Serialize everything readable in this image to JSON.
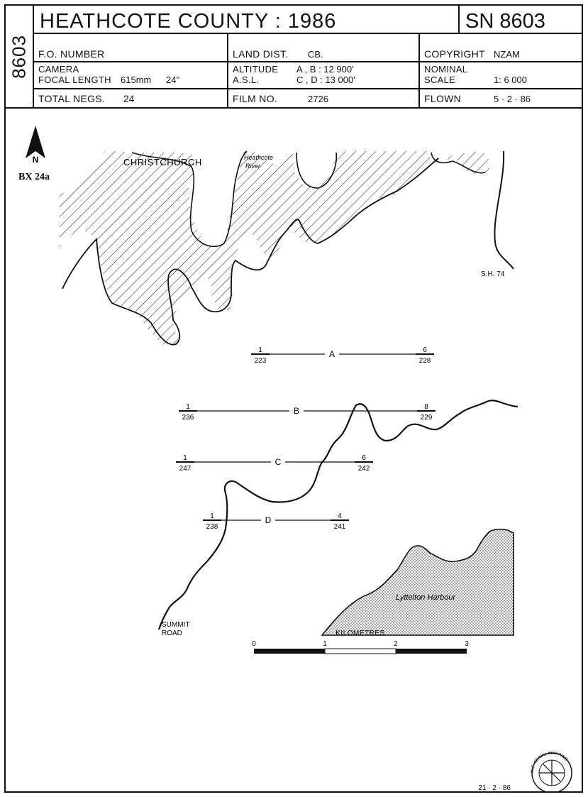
{
  "header": {
    "side_sn": "8603",
    "title": "HEATHCOTE   COUNTY : 1986",
    "sn_label": "SN",
    "sn_number": "8603",
    "fo_number_label": "F.O. NUMBER",
    "land_dist_label": "LAND DIST.",
    "land_dist_value": "CB.",
    "copyright_label": "COPYRIGHT",
    "copyright_value": "NZAM",
    "camera_label": "CAMERA",
    "focal_length_label": "FOCAL LENGTH",
    "focal_length_value": "615mm",
    "focal_length_inches": "24\"",
    "altitude_label": "ALTITUDE",
    "asl_label": "A.S.L.",
    "altitude_ab": "A , B : 12 900'",
    "altitude_cd": "C , D : 13 000'",
    "nominal_label": "NOMINAL",
    "scale_label": "SCALE",
    "scale_value": "1: 6 000",
    "total_negs_label": "TOTAL NEGS.",
    "total_negs_value": "24",
    "film_no_label": "FILM NO.",
    "film_no_value": "2726",
    "flown_label": "FLOWN",
    "flown_value": "5 · 2 · 86"
  },
  "map": {
    "north_label": "N",
    "box_ref": "BX 24a",
    "place_christchurch": "CHRISTCHURCH",
    "place_heathcote_1": "Heathcote",
    "place_heathcote_2": "River",
    "place_sh74": "S.H. 74",
    "place_summit_1": "SUMMIT",
    "place_summit_2": "ROAD",
    "place_lyttelton": "Lyttelton  Harbour",
    "flight_lines": [
      {
        "run": "A",
        "start_frame": "1",
        "start_neg": "223",
        "end_frame": "6",
        "end_neg": "228"
      },
      {
        "run": "B",
        "start_frame": "1",
        "start_neg": "236",
        "end_frame": "8",
        "end_neg": "229"
      },
      {
        "run": "C",
        "start_frame": "1",
        "start_neg": "247",
        "end_frame": "6",
        "end_neg": "242"
      },
      {
        "run": "D",
        "start_frame": "1",
        "start_neg": "238",
        "end_frame": "4",
        "end_neg": "241"
      }
    ],
    "scale_bar": {
      "title": "KILOMETRES",
      "ticks": [
        "0",
        "1",
        "2",
        "3"
      ]
    },
    "logo_text": "N.Z. AERIAL MAPPING",
    "date_stamp": "21 · 2 · 86"
  }
}
